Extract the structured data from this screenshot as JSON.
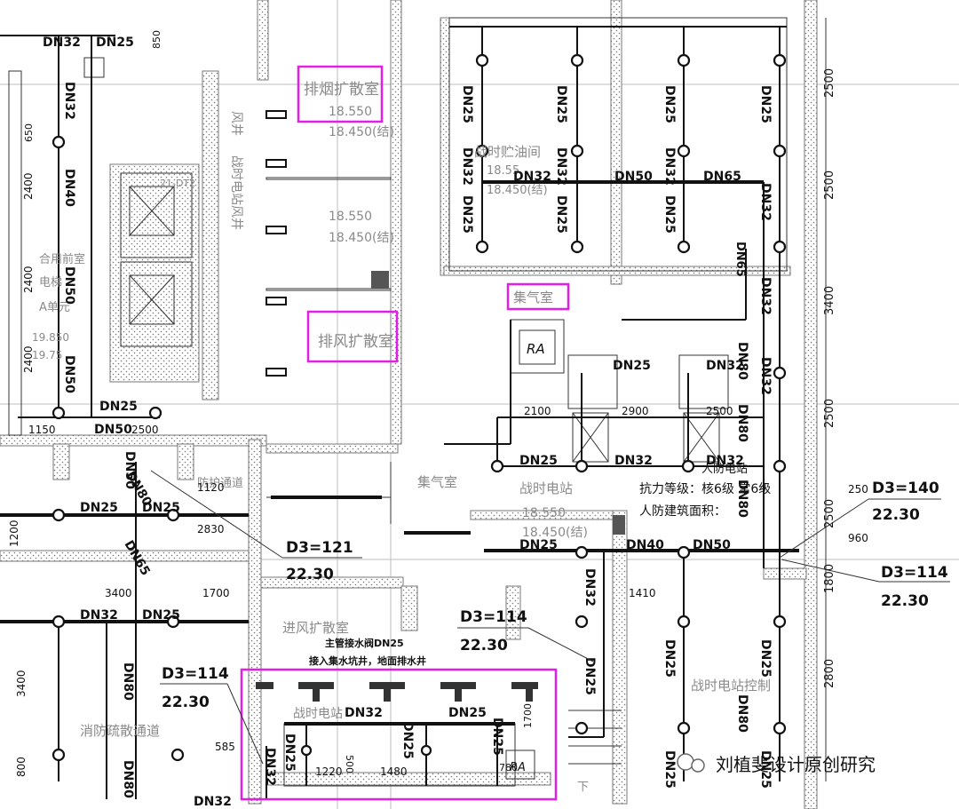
{
  "rooms": {
    "smoke_diffusion": "排烟扩散室",
    "exhaust_diffusion": "排风扩散室",
    "gas_collection_top": "集气室",
    "gas_collection_mid": "集气室",
    "fresh_air_diffusion": "进风扩散室",
    "fuel_storage": "战时贮油间",
    "war_power_station": "战时电站",
    "war_power_station_right": "战时电站控制",
    "elevator_label_1": "21-DT2",
    "elevator_label_2": "合用前室",
    "elevator_label_3": "电梯",
    "elevator_label_4": "A单元",
    "evacuation_corridor": "消防疏散通道",
    "air_duct_label": "风井",
    "shaft_label": "战时电站风井",
    "passage_label": "防护通道",
    "war_station_bottom": "战时电站",
    "stair_label": "下"
  },
  "elevations": {
    "smoke_top": "18.550",
    "smoke_bottom": "18.450(结)",
    "mid_top": "18.550",
    "mid_bottom": "18.450(结)",
    "fuel_top": "18.55",
    "fuel_bottom": "18.450(结)",
    "station_top": "18.550",
    "station_bottom": "18.450(结)",
    "elev_top": "19.850",
    "elev_bottom": "19.75"
  },
  "civil_defense": {
    "grade": "抗力等级：核6级 常6级",
    "area": "人防建筑面积：",
    "station": "人防电站"
  },
  "pipes": {
    "dn25": "DN25",
    "dn32": "DN32",
    "dn40": "DN40",
    "dn50": "DN50",
    "dn65": "DN65",
    "dn80": "DN80"
  },
  "callouts": {
    "c1_d": "D3=121",
    "c1_h": "22.30",
    "c2_d": "D3=114",
    "c2_h": "22.30",
    "c3_d": "D3=114",
    "c3_h": "22.30",
    "c4_d": "D3=140",
    "c4_h": "22.30",
    "c5_d": "D3=114",
    "c5_h": "22.30"
  },
  "dimensions": {
    "d2500a": "2500",
    "d2500b": "2500",
    "d3400": "3400",
    "d2500c": "2500",
    "d2500d": "2500",
    "d1800": "1800",
    "d2800": "2800",
    "d2100": "2100",
    "d2900": "2900",
    "d2500e": "2500",
    "d1150": "1150",
    "d2500f": "2500",
    "d1120": "1120",
    "d2830": "2830",
    "d3400b": "3400",
    "d1700": "1700",
    "d1410": "1410",
    "d960": "960",
    "d250": "250",
    "d2400a": "2400",
    "d2400b": "2400",
    "d2400c": "2400",
    "d1200": "1200",
    "d3400c": "3400",
    "d800": "800",
    "d585": "585",
    "d1220": "1220",
    "d1480": "1480",
    "d1700b": "1700",
    "d650": "650",
    "d850": "850",
    "d500": "500",
    "d780": "780"
  },
  "note": {
    "line1": "主管接水阀DN25",
    "line2": "接入集水坑井，地面排水井"
  },
  "equipment": {
    "ra_top": "RA",
    "ra_bottom": "RA"
  },
  "watermark": "刘植斐设计原创研究",
  "colors": {
    "highlight": "#e11fe6",
    "line": "#111111",
    "gray_text": "#8a8a8a"
  }
}
